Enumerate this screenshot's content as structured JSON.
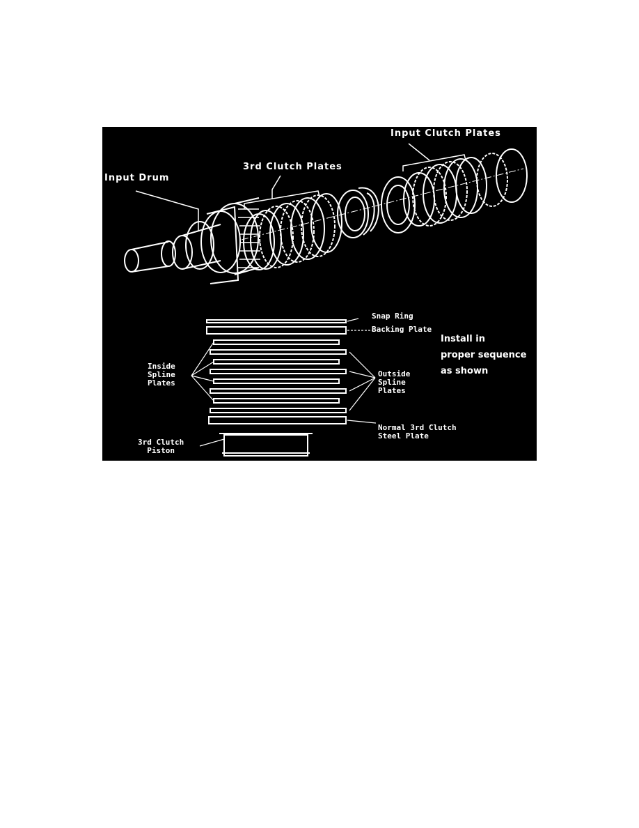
{
  "figure": {
    "background": "#000000",
    "foreground": "#ffffff",
    "exploded_view": {
      "labels": {
        "input_drum": "Input Drum",
        "third_clutch_plates": "3rd Clutch Plates",
        "input_clutch_plates": "Input Clutch Plates"
      }
    },
    "stack_view": {
      "labels": {
        "snap_ring": "Snap Ring",
        "backing_plate": "Backing Plate",
        "inside_spline_plates": [
          "Inside",
          "Spline",
          "Plates"
        ],
        "outside_spline_plates": [
          "Outside",
          "Spline",
          "Plates"
        ],
        "normal_3rd_clutch_steel_plate": [
          "Normal 3rd Clutch",
          "Steel Plate"
        ],
        "third_clutch_piston": [
          "3rd Clutch",
          "Piston"
        ]
      },
      "instruction": [
        "Install in",
        "proper sequence",
        "as shown"
      ]
    }
  }
}
